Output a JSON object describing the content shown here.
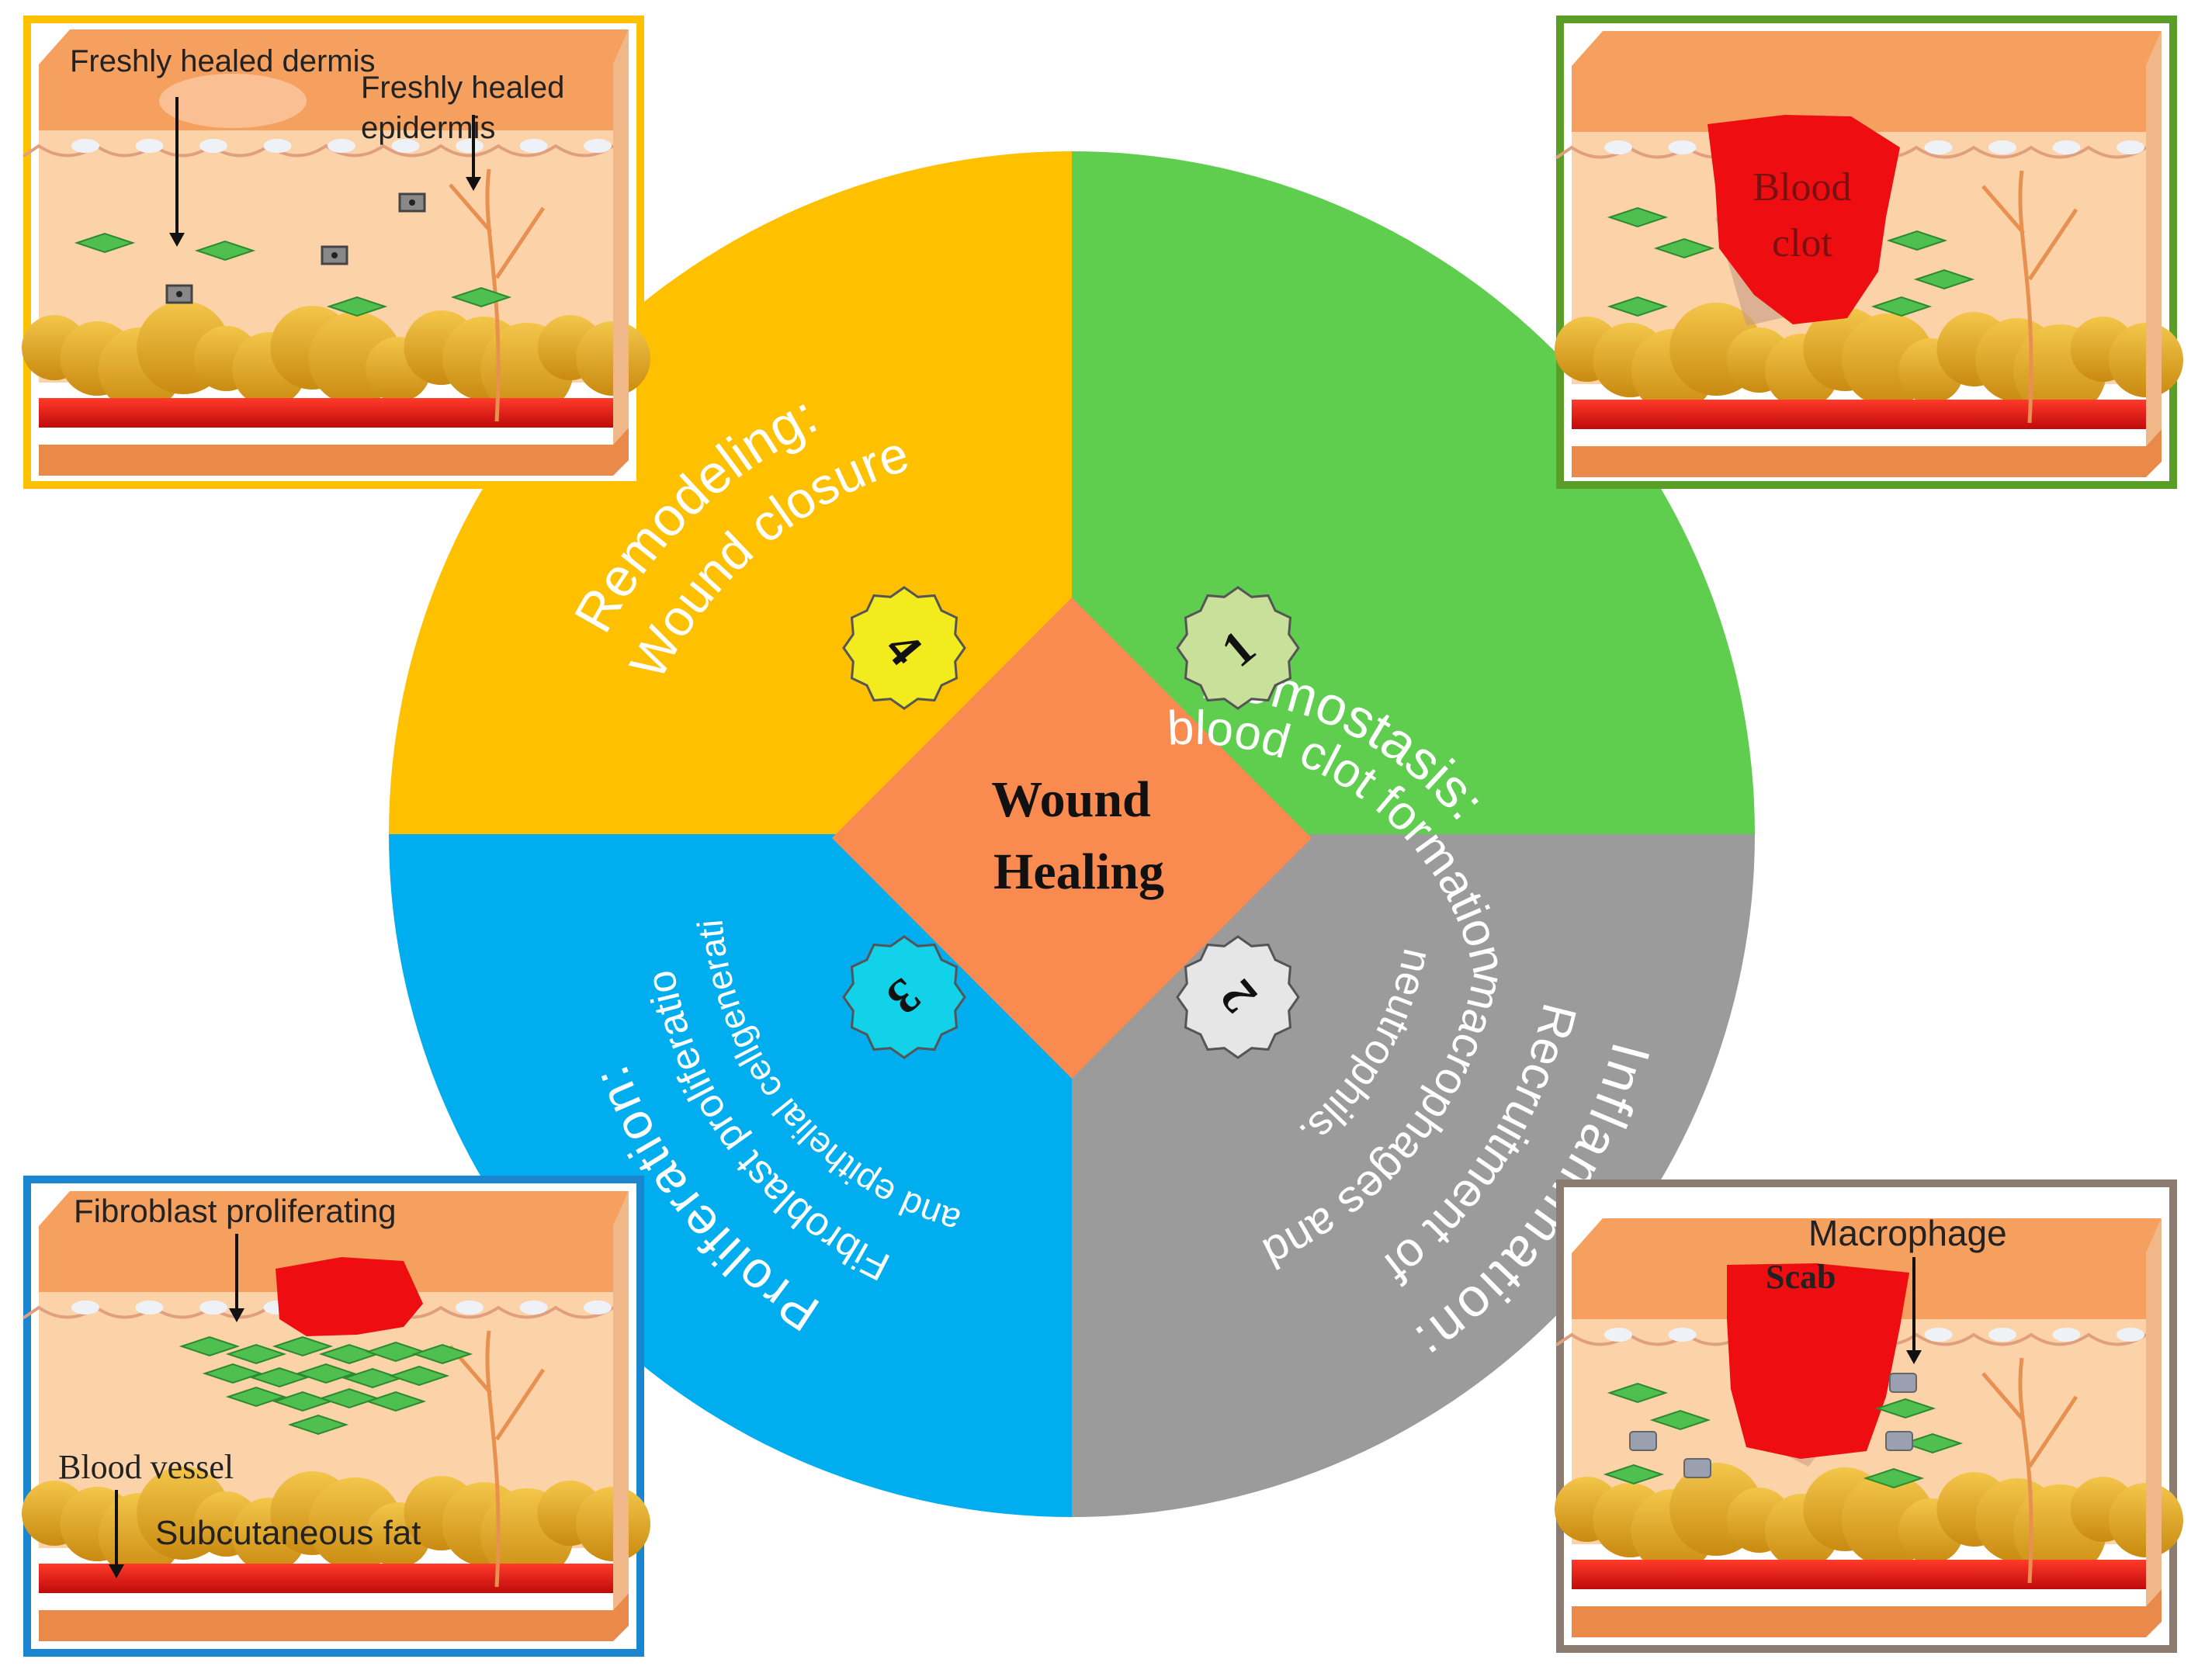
{
  "center": {
    "line1": "Wound",
    "line2": "Healing"
  },
  "stages": [
    {
      "number": "1",
      "title": "Hemostasis:",
      "subtitle": "blood clot formation",
      "color": "#5fce4f",
      "badge_color": "#c9e09a",
      "panel_border": "#5a9e28",
      "panel_labels": [
        "Blood",
        "clot"
      ]
    },
    {
      "number": "2",
      "title": "Inflammation:",
      "subtitle_lines": [
        "Recruitment of",
        "macrophages and",
        "neutrophils."
      ],
      "color": "#9b9b9b",
      "badge_color": "#e6e6e6",
      "panel_border": "#8c7b70",
      "panel_labels": [
        "Macrophage",
        "Scab"
      ]
    },
    {
      "number": "3",
      "title": "Proliferation:",
      "subtitle_lines": [
        "Fibroblast proliferation,",
        "and epithelial cellgeneration"
      ],
      "color": "#00aeef",
      "badge_color": "#11d2e8",
      "panel_border": "#1a86d0",
      "panel_labels": [
        "Fibroblast proliferating",
        "Blood vessel",
        "Subcutaneous fat"
      ]
    },
    {
      "number": "4",
      "title": "Remodeling:",
      "subtitle": "Wound closure",
      "color": "#ffc000",
      "badge_color": "#f2ec1e",
      "panel_border": "#ffc000",
      "panel_labels": [
        "Freshly healed dermis",
        "Freshly healed",
        "epidermis"
      ]
    }
  ],
  "colors": {
    "center_diamond": "#f98a50",
    "skin_top": "#f5a05e",
    "dermis": "#fcd2a8",
    "fat": "#e8a51c",
    "vessel": "#e8161a",
    "fibroblast": "#4fbf4f"
  }
}
